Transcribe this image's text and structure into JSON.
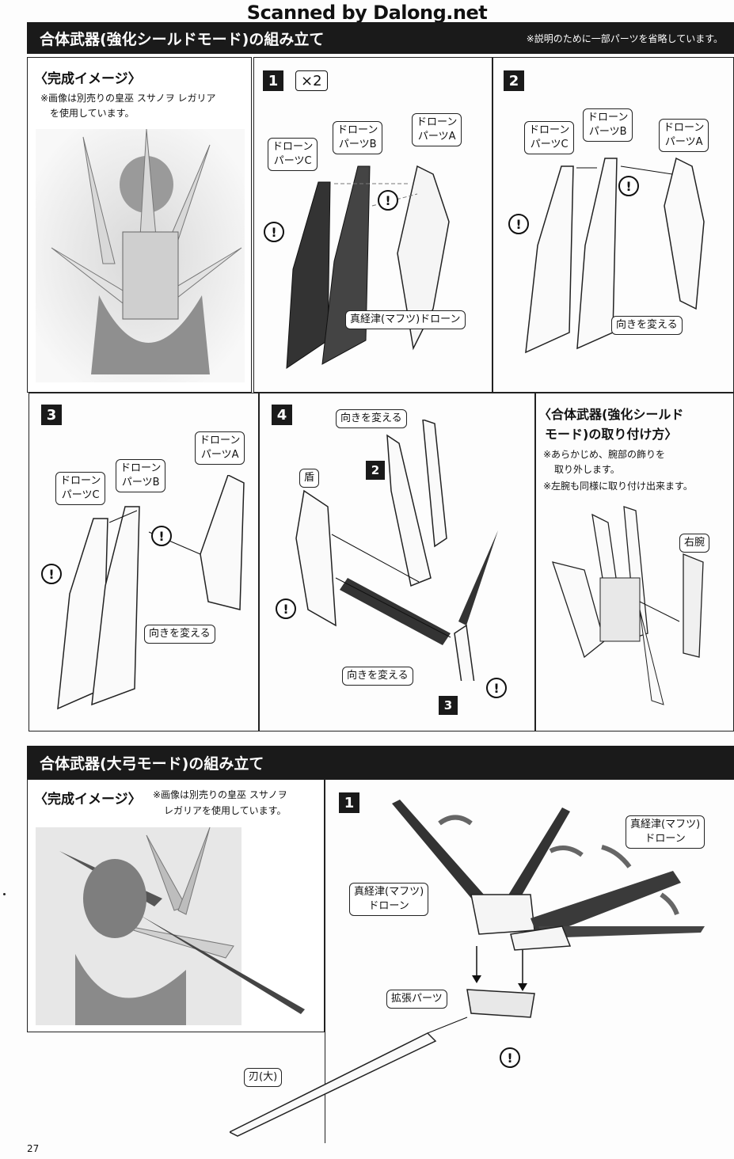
{
  "watermark": "Scanned by Dalong.net",
  "section1": {
    "title": "合体武器(強化シールドモード)の組み立て",
    "note": "※説明のために一部パーツを省略しています。",
    "image_panel": {
      "heading": "〈完成イメージ〉",
      "note_line1": "※画像は別売りの皇巫 スサノヲ レガリア",
      "note_line2": "を使用しています。"
    },
    "step1": {
      "number": "1",
      "multiplier": "×2",
      "label_c": [
        "ドローン",
        "パーツC"
      ],
      "label_b": [
        "ドローン",
        "パーツB"
      ],
      "label_a": [
        "ドローン",
        "パーツA"
      ],
      "label_bottom": "真経津(マフツ)ドローン"
    },
    "step2": {
      "number": "2",
      "label_c": [
        "ドローン",
        "パーツC"
      ],
      "label_b": [
        "ドローン",
        "パーツB"
      ],
      "label_a": [
        "ドローン",
        "パーツA"
      ],
      "label_bottom": "向きを変える"
    },
    "step3": {
      "number": "3",
      "label_c": [
        "ドローン",
        "パーツC"
      ],
      "label_b": [
        "ドローン",
        "パーツB"
      ],
      "label_a": [
        "ドローン",
        "パーツA"
      ],
      "label_bottom": "向きを変える"
    },
    "step4": {
      "number": "4",
      "label_top": "向きを変える",
      "label_shield": "盾",
      "badge_2": "2",
      "badge_3": "3",
      "label_bottom": "向きを変える"
    },
    "attach": {
      "heading_line1": "〈合体武器(強化シールド",
      "heading_line2": "モード)の取り付け方〉",
      "note_line1": "※あらかじめ、腕部の飾りを",
      "note_line2": "取り外します。",
      "note_line3": "※左腕も同様に取り付け出来ます。",
      "label_arm": "右腕"
    }
  },
  "section2": {
    "title": "合体武器(大弓モード)の組み立て",
    "image_panel": {
      "heading": "〈完成イメージ〉",
      "note_line1": "※画像は別売りの皇巫 スサノヲ",
      "note_line2": "レガリアを使用しています。"
    },
    "step1": {
      "number": "1",
      "label_drone_left": [
        "真経津(マフツ)",
        "ドローン"
      ],
      "label_drone_right": [
        "真経津(マフツ)",
        "ドローン"
      ],
      "label_expansion": "拡張パーツ",
      "label_blade": "刃(大)"
    }
  },
  "warning_symbol": "!",
  "page_number": "27"
}
